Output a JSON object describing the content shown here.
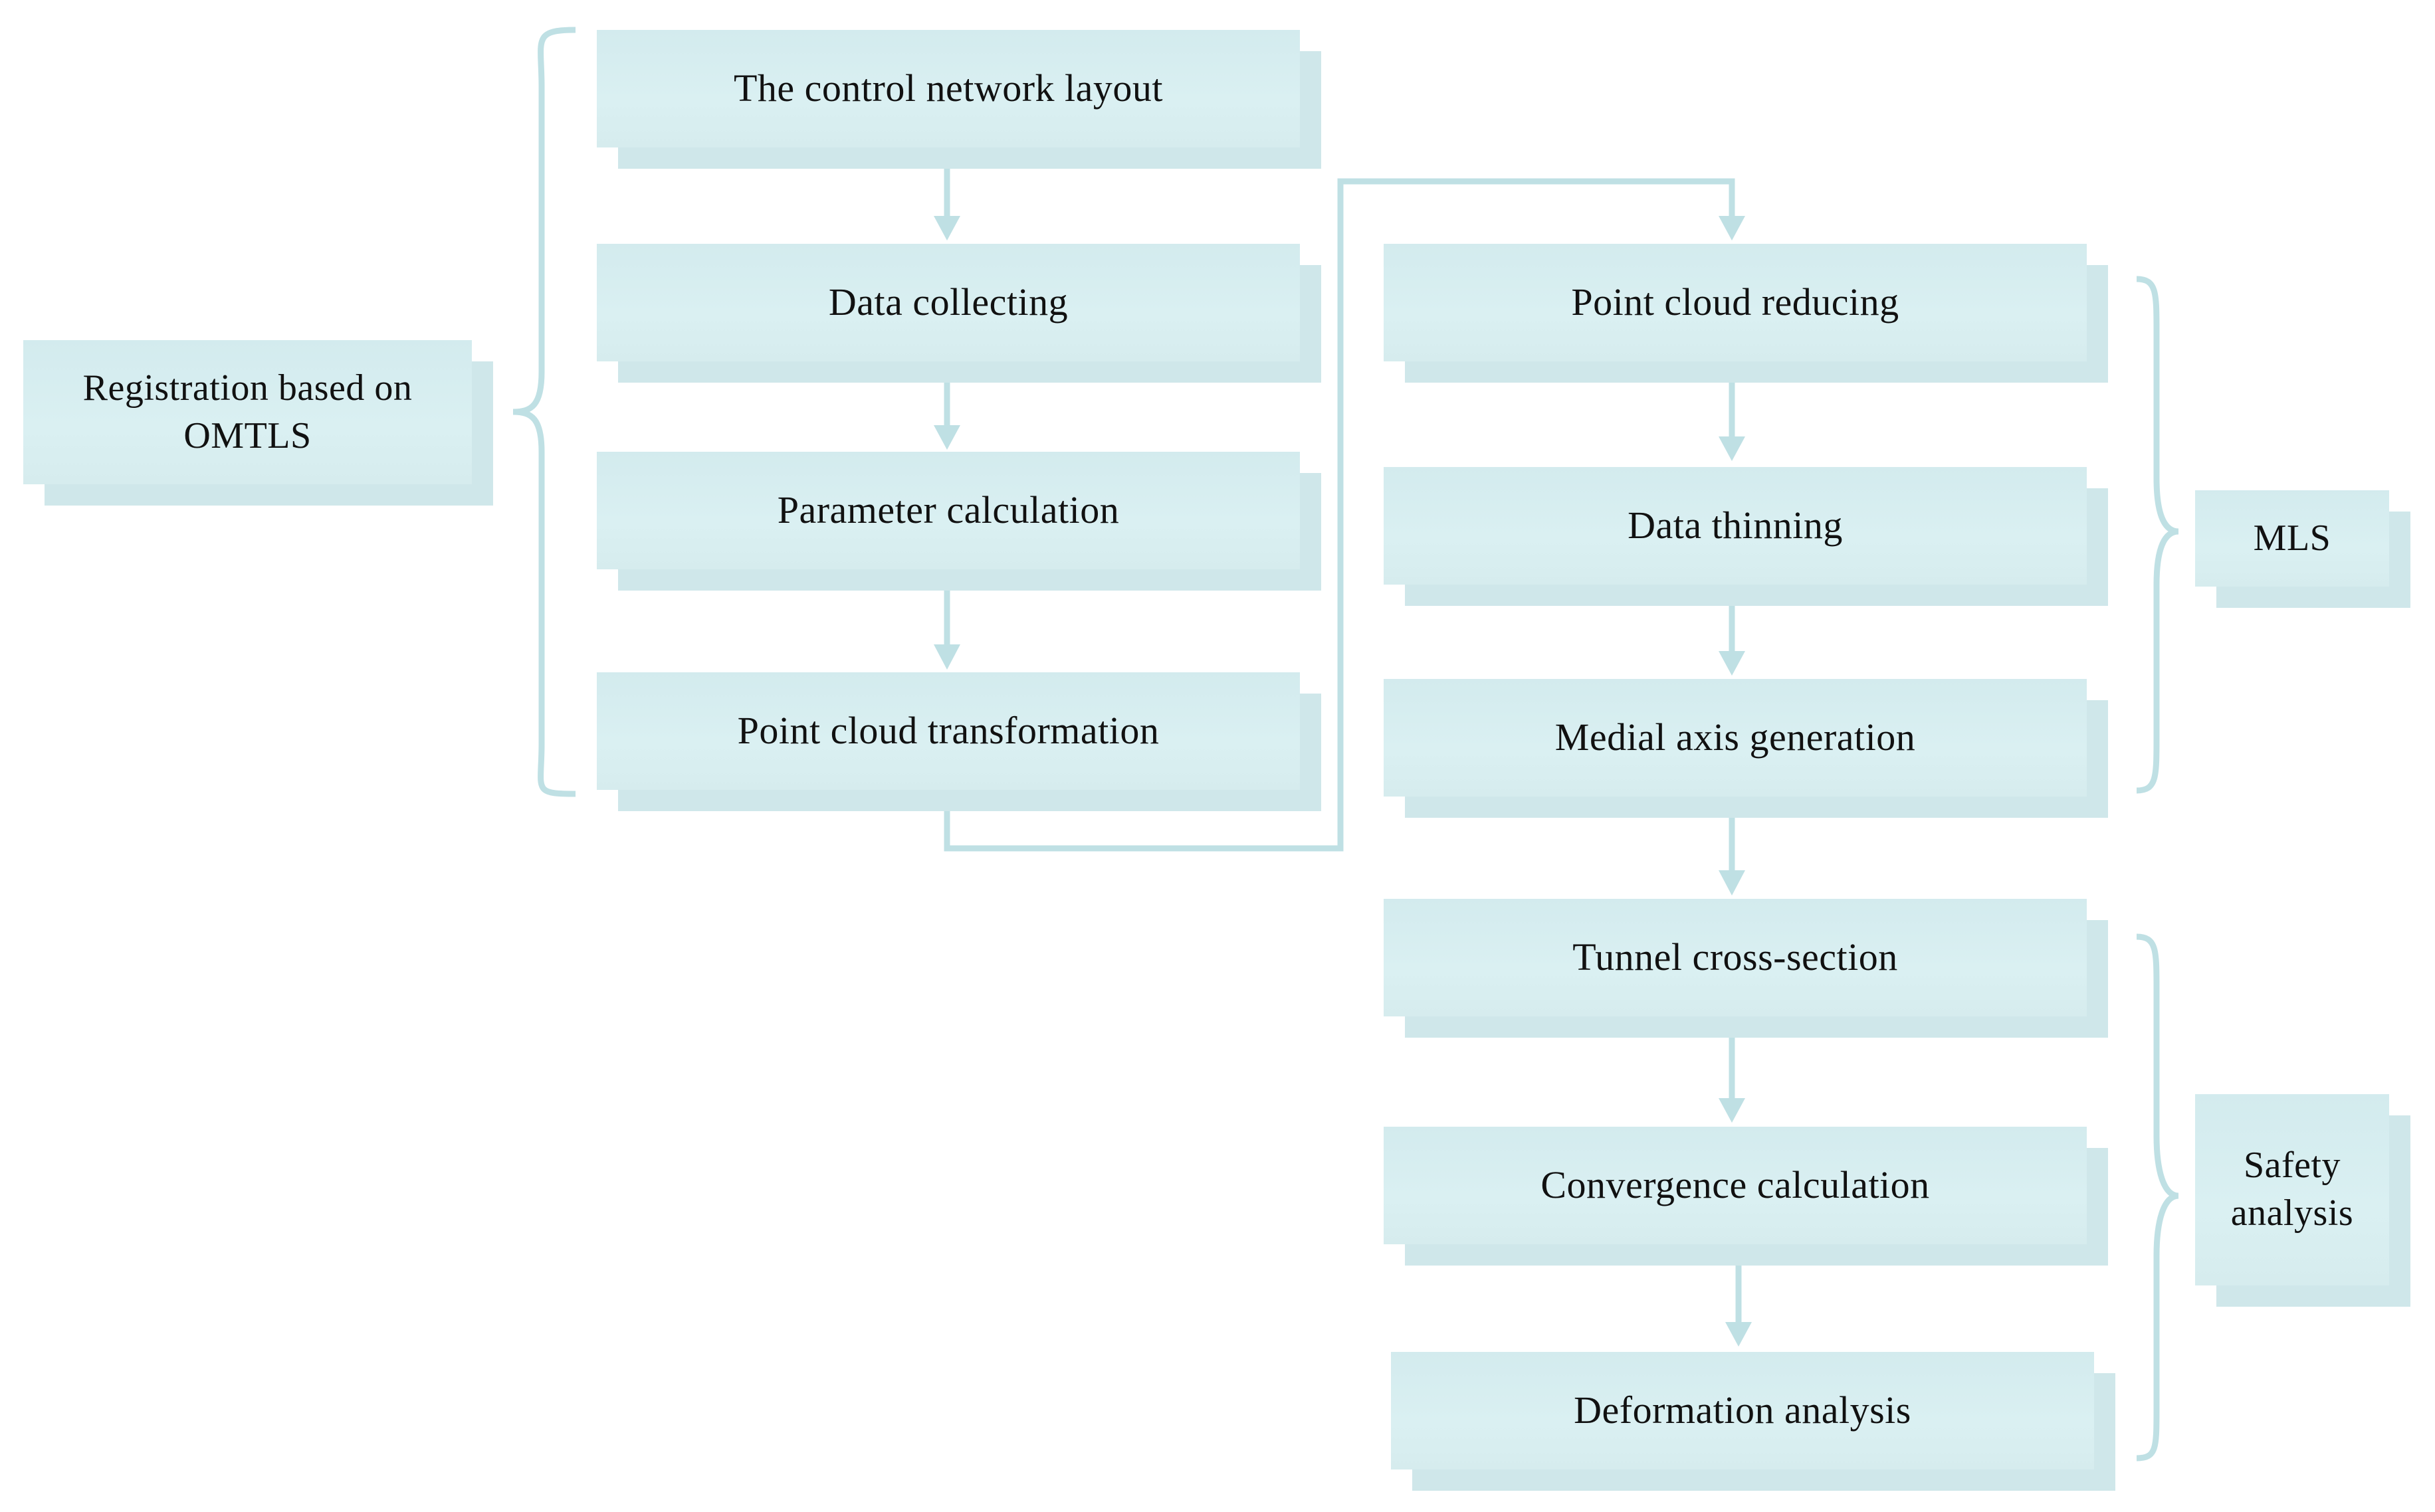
{
  "diagram": {
    "registration_group": {
      "label": "Registration based on OMTLS",
      "steps": [
        "The control network layout",
        "Data collecting",
        "Parameter calculation",
        "Point cloud transformation"
      ]
    },
    "mls_group": {
      "label": "MLS",
      "steps": [
        "Point cloud reducing",
        "Data thinning",
        "Medial axis generation"
      ]
    },
    "safety_group": {
      "label": "Safety analysis",
      "steps": [
        "Tunnel cross-section",
        "Convergence calculation",
        "Deformation analysis"
      ]
    },
    "colors": {
      "box_fill": "#d6ecee",
      "box_shadow": "#cfe7ea",
      "connector": "#bfe0e4",
      "text": "#111111"
    }
  }
}
